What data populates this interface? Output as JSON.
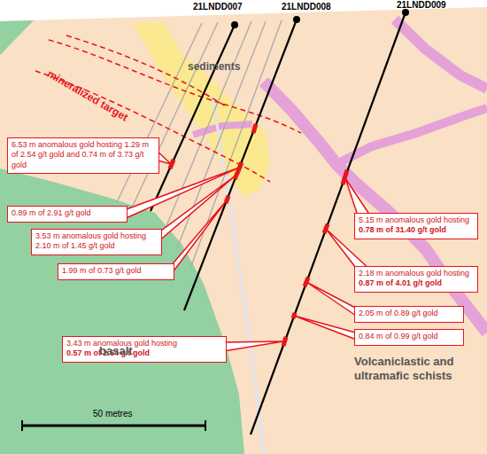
{
  "diagram": {
    "nodes": [
      {
        "text": [
          "6.53 m anomalous gold hosting 1.29 m of 2.54 g/t gold and 0.74 m of 3.73 g/t gold"
        ]
      },
      {
        "text": [
          "0.89 m of 2.91 g/t gold"
        ]
      },
      {
        "text": [
          "3.53 m anomalous gold hosting",
          "2.10 m of 1.45 g/t gold"
        ]
      },
      {
        "text": [
          "1.99 m of 0.73 g/t gold"
        ]
      },
      {
        "text": [
          "3.43 m anomalous gold hosting",
          "0.57 m of 2.54 g/t gold"
        ]
      },
      {
        "text": [
          "5.15 m anomalous gold hosting",
          "0.78 m of 31.40 g/t gold"
        ]
      },
      {
        "text": [
          "2.18 m anomalous gold hosting",
          "0.87 m of 4.01 g/t gold"
        ]
      },
      {
        "text": [
          "2.05 m of 0.89 g/t gold"
        ]
      },
      {
        "text": [
          "0.84 m of 0.99 g/t gold"
        ]
      }
    ],
    "labels": [
      "21LNDD007",
      "21LNDD008",
      "21LNDD009",
      "sediments",
      "mineralized target",
      "basalt",
      "Volcaniclastic and ultramafic schists",
      "50 metres"
    ]
  }
}
